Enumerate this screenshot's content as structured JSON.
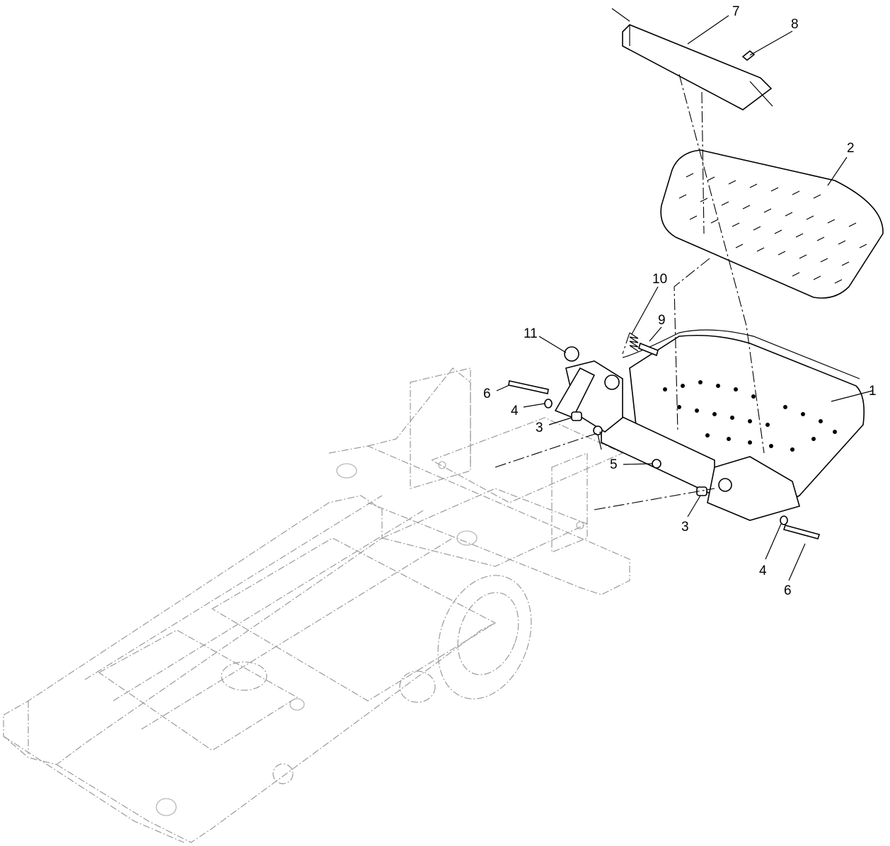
{
  "diagram": {
    "type": "exploded parts diagram",
    "callouts": [
      {
        "id": "callout-7",
        "label": "7"
      },
      {
        "id": "callout-8",
        "label": "8"
      },
      {
        "id": "callout-2",
        "label": "2"
      },
      {
        "id": "callout-10",
        "label": "10"
      },
      {
        "id": "callout-9",
        "label": "9"
      },
      {
        "id": "callout-11",
        "label": "11"
      },
      {
        "id": "callout-1",
        "label": "1"
      },
      {
        "id": "callout-6a",
        "label": "6"
      },
      {
        "id": "callout-4a",
        "label": "4"
      },
      {
        "id": "callout-3a",
        "label": "3"
      },
      {
        "id": "callout-5",
        "label": "5"
      },
      {
        "id": "callout-3b",
        "label": "3"
      },
      {
        "id": "callout-4b",
        "label": "4"
      },
      {
        "id": "callout-6b",
        "label": "6"
      }
    ]
  }
}
